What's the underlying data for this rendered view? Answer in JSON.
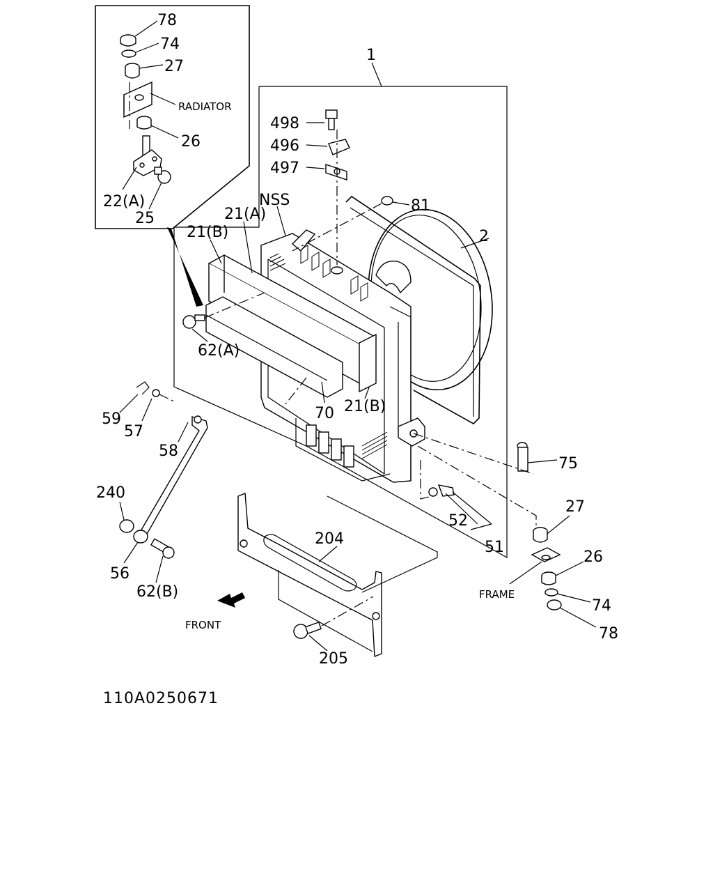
{
  "callouts": [
    {
      "id": "c78a",
      "text": "78"
    },
    {
      "id": "c74a",
      "text": "74"
    },
    {
      "id": "c27a",
      "text": "27"
    },
    {
      "id": "c26a",
      "text": "26"
    },
    {
      "id": "c22a",
      "text": "22(A)"
    },
    {
      "id": "c25",
      "text": "25"
    },
    {
      "id": "c1",
      "text": "1"
    },
    {
      "id": "c498",
      "text": "498"
    },
    {
      "id": "c496",
      "text": "496"
    },
    {
      "id": "c497",
      "text": "497"
    },
    {
      "id": "c81",
      "text": "81"
    },
    {
      "id": "c2",
      "text": "2"
    },
    {
      "id": "cNSS",
      "text": "NSS"
    },
    {
      "id": "c21a",
      "text": "21(A)"
    },
    {
      "id": "c21b1",
      "text": "21(B)"
    },
    {
      "id": "c62a",
      "text": "62(A)"
    },
    {
      "id": "c70",
      "text": "70"
    },
    {
      "id": "c21b2",
      "text": "21(B)"
    },
    {
      "id": "c59",
      "text": "59"
    },
    {
      "id": "c57",
      "text": "57"
    },
    {
      "id": "c58",
      "text": "58"
    },
    {
      "id": "c75",
      "text": "75"
    },
    {
      "id": "c27b",
      "text": "27"
    },
    {
      "id": "c52",
      "text": "52"
    },
    {
      "id": "c51",
      "text": "51"
    },
    {
      "id": "c240",
      "text": "240"
    },
    {
      "id": "c204",
      "text": "204"
    },
    {
      "id": "c26b",
      "text": "26"
    },
    {
      "id": "c56",
      "text": "56"
    },
    {
      "id": "c62b",
      "text": "62(B)"
    },
    {
      "id": "c74b",
      "text": "74"
    },
    {
      "id": "c78b",
      "text": "78"
    },
    {
      "id": "c205",
      "text": "205"
    }
  ],
  "labels": {
    "radiator": "RADIATOR",
    "frame": "FRAME",
    "front": "FRONT"
  },
  "drawing_code": "110A0250671"
}
